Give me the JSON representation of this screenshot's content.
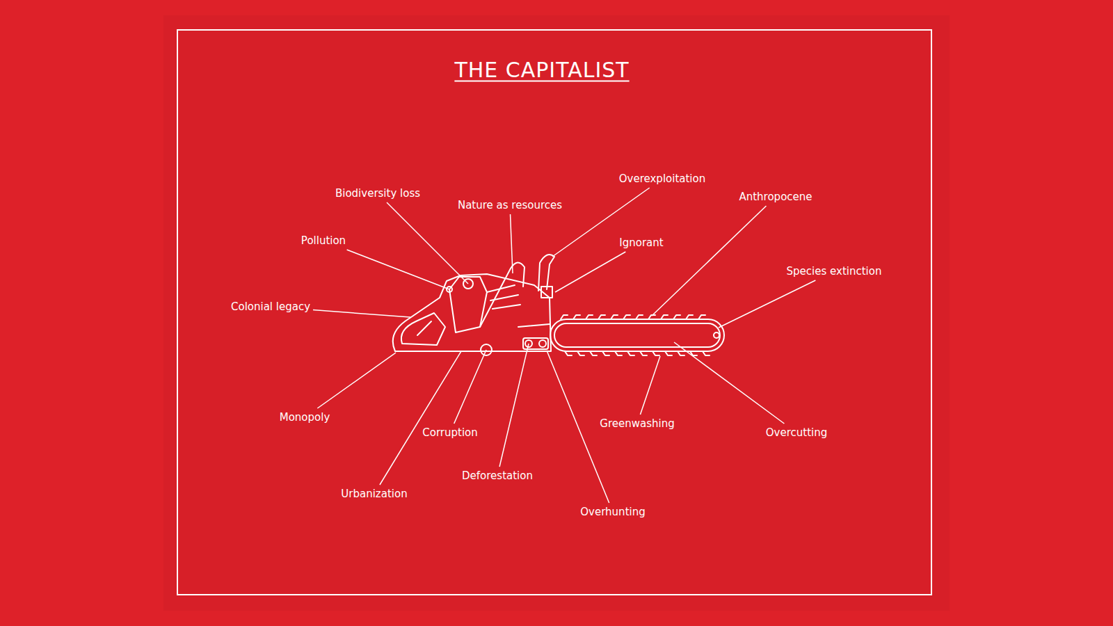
{
  "diagram": {
    "title": "THE CAPITALIST",
    "labels": [
      "Biodiversity loss",
      "Nature as resources",
      "Overexploitation",
      "Anthropocene",
      "Pollution",
      "Ignorant",
      "Species extinction",
      "Colonial legacy",
      "Monopoly",
      "Corruption",
      "Urbanization",
      "Deforestation",
      "Overhunting",
      "Greenwashing",
      "Overcutting"
    ]
  }
}
